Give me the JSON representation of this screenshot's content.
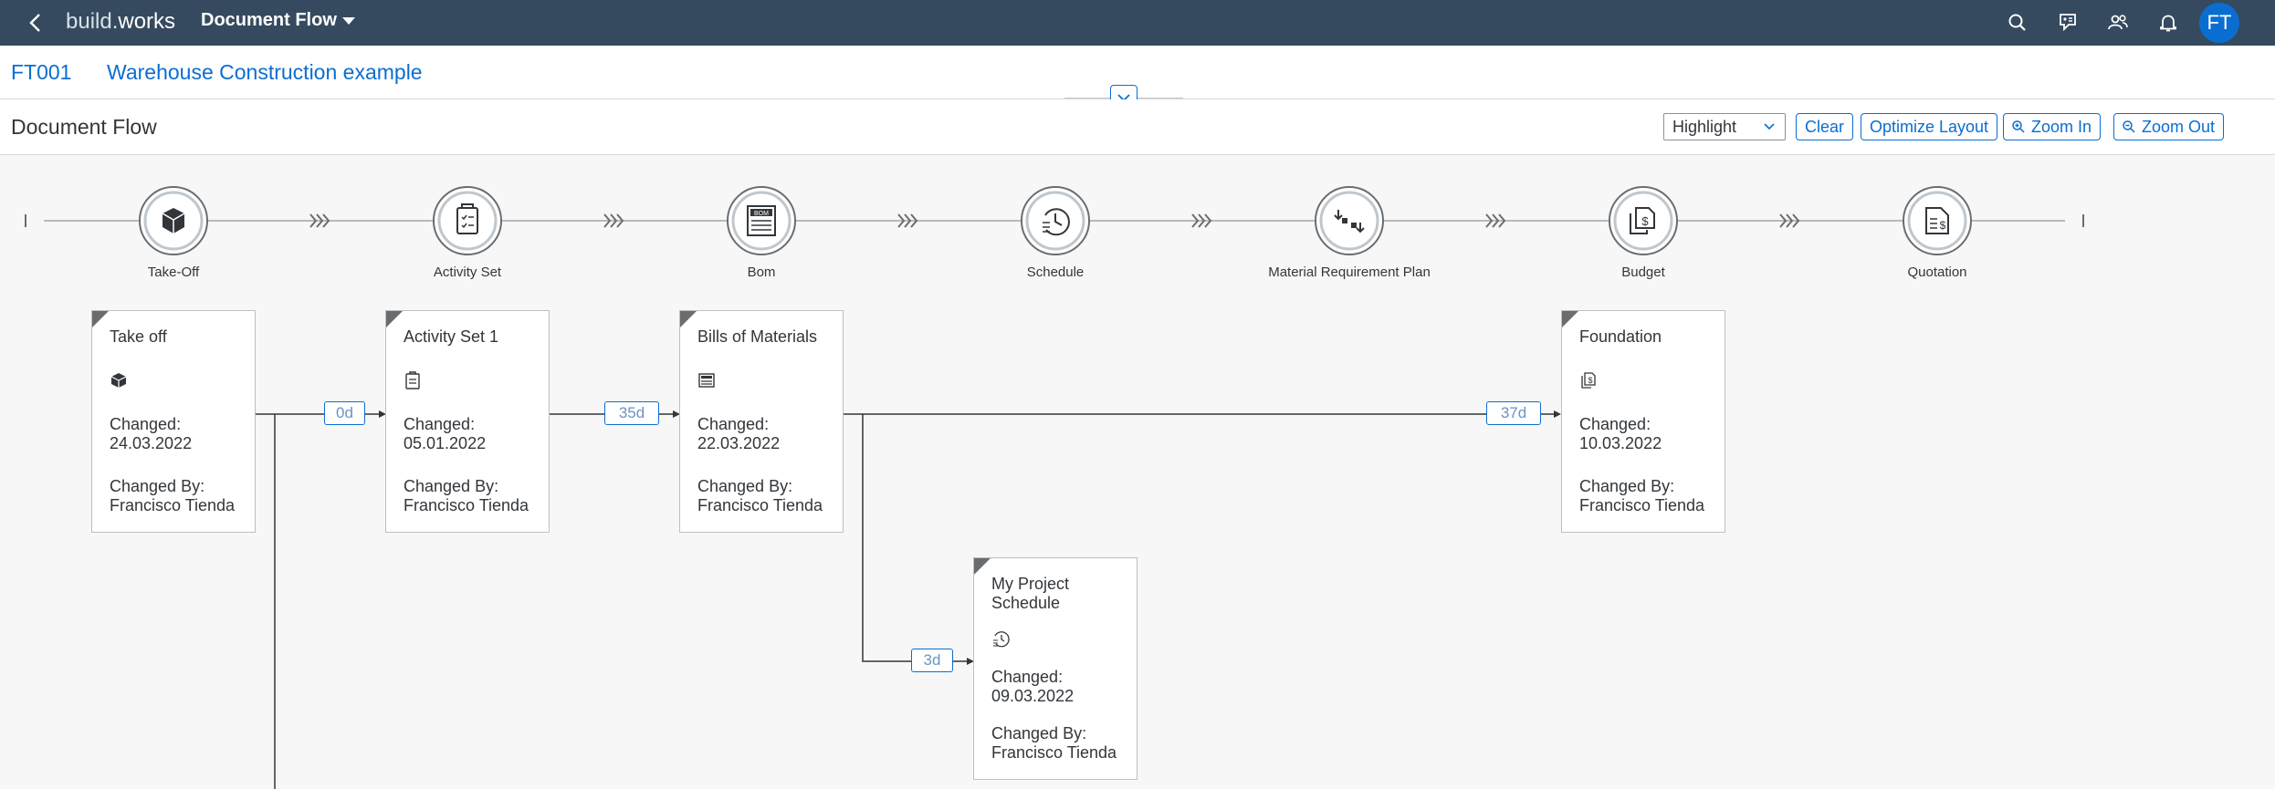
{
  "shell": {
    "brand_light": "build.",
    "brand_bold": "works",
    "app_title": "Document Flow",
    "avatar_initials": "FT"
  },
  "object": {
    "id": "FT001",
    "name": "Warehouse Construction example"
  },
  "toolbar": {
    "title": "Document Flow",
    "highlight_value": "Highlight",
    "clear": "Clear",
    "optimize": "Optimize Layout",
    "zoom_in": "Zoom In",
    "zoom_out": "Zoom Out"
  },
  "lanes": [
    {
      "label": "Take-Off",
      "icon": "cube-icon"
    },
    {
      "label": "Activity Set",
      "icon": "clipboard-icon"
    },
    {
      "label": "Bom",
      "icon": "bom-icon"
    },
    {
      "label": "Schedule",
      "icon": "history-clock-icon"
    },
    {
      "label": "Material Requirement Plan",
      "icon": "transfer-arrows-icon"
    },
    {
      "label": "Budget",
      "icon": "budget-document-icon"
    },
    {
      "label": "Quotation",
      "icon": "quotation-document-icon"
    }
  ],
  "cards": [
    {
      "title": "Take off",
      "changed_label": "Changed:",
      "changed": "24.03.2022",
      "changed_by_label": "Changed By:",
      "changed_by": "Francisco Tienda"
    },
    {
      "title": "Activity Set 1",
      "changed_label": "Changed:",
      "changed": "05.01.2022",
      "changed_by_label": "Changed By:",
      "changed_by": "Francisco Tienda"
    },
    {
      "title": "Bills of Materials",
      "changed_label": "Changed:",
      "changed": "22.03.2022",
      "changed_by_label": "Changed By:",
      "changed_by": "Francisco Tienda"
    },
    {
      "title": "Foundation",
      "changed_label": "Changed:",
      "changed": "10.03.2022",
      "changed_by_label": "Changed By:",
      "changed_by": "Francisco Tienda"
    },
    {
      "title": "My Project Schedule",
      "changed_label": "Changed:",
      "changed": "09.03.2022",
      "changed_by_label": "Changed By:",
      "changed_by": "Francisco Tienda"
    }
  ],
  "durations": [
    "0d",
    "35d",
    "37d",
    "3d"
  ],
  "colors": {
    "shell": "#354a5f",
    "accent": "#0a6ed1",
    "avatar": "#0a6ed1"
  }
}
